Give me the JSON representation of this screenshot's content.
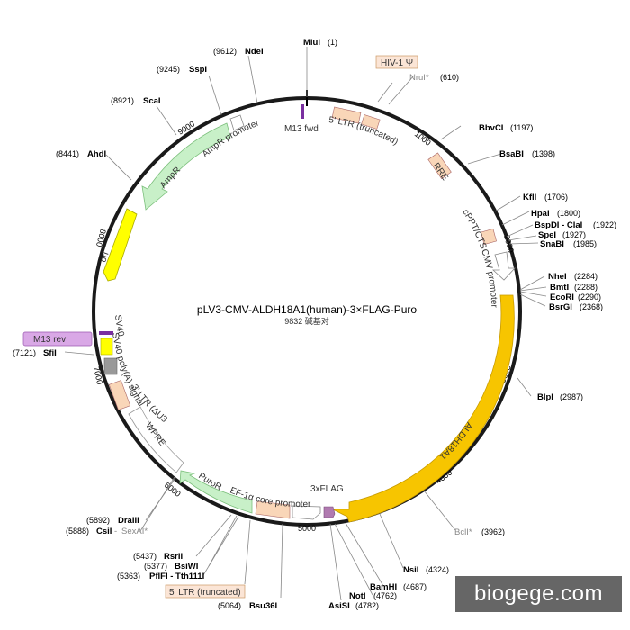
{
  "title": "pLV3-CMV-ALDH18A1(human)-3×FLAG-Puro",
  "length_text": "9832 碱基对",
  "watermark": "biogege.com",
  "ticks": [
    "1000",
    "2000",
    "3000",
    "4000",
    "5000",
    "6000",
    "7000",
    "8000",
    "9000"
  ],
  "sites": [
    {
      "name": "MluI",
      "pos": "(1)"
    },
    {
      "name": "NdeI",
      "pos": "(9612)"
    },
    {
      "name": "SspI",
      "pos": "(9245)"
    },
    {
      "name": "ScaI",
      "pos": "(8921)"
    },
    {
      "name": "AhdI",
      "pos": "(8441)"
    },
    {
      "name": "NruI*",
      "pos": "(610)"
    },
    {
      "name": "BbvCI",
      "pos": "(1197)"
    },
    {
      "name": "BsaBI",
      "pos": "(1398)"
    },
    {
      "name": "KflI",
      "pos": "(1706)"
    },
    {
      "name": "HpaI",
      "pos": "(1800)"
    },
    {
      "name": "BspDI - ClaI",
      "pos": "(1922)"
    },
    {
      "name": "SpeI",
      "pos": "(1927)"
    },
    {
      "name": "SnaBI",
      "pos": "(1985)"
    },
    {
      "name": "NheI",
      "pos": "(2284)"
    },
    {
      "name": "BmtI",
      "pos": "(2288)"
    },
    {
      "name": "EcoRI",
      "pos": "(2290)"
    },
    {
      "name": "BsrGI",
      "pos": "(2368)"
    },
    {
      "name": "BlpI",
      "pos": "(2987)"
    },
    {
      "name": "BclI*",
      "pos": "(3962)"
    },
    {
      "name": "NsiI",
      "pos": "(4324)"
    },
    {
      "name": "BamHI",
      "pos": "(4687)"
    },
    {
      "name": "NotI",
      "pos": "(4762)"
    },
    {
      "name": "AsiSI",
      "pos": "(4782)"
    },
    {
      "name": "Bsu36I",
      "pos": "(5064)"
    },
    {
      "name": "PflFI - Tth111I",
      "pos": "(5363)"
    },
    {
      "name": "BsiWI",
      "pos": "(5377)"
    },
    {
      "name": "RsrII",
      "pos": "(5437)"
    },
    {
      "name": "CsiI",
      "pos": "(5888)"
    },
    {
      "name": "SexAI*",
      "pos": ""
    },
    {
      "name": "DraIII",
      "pos": "(5892)"
    },
    {
      "name": "SfiI",
      "pos": "(7121)"
    }
  ],
  "features": {
    "m13fwd": "M13 fwd",
    "ltr5": "5' LTR (truncated)",
    "hiv": "HIV-1 Ψ",
    "rre": "RRE",
    "cppt": "cPPT/CTS",
    "cmv": "CMV promoter",
    "aldh": "ALDH18A1",
    "flag": "3xFLAG",
    "ef1a": "EF-1α core promoter",
    "puror": "PuroR",
    "wpre": "WPRE",
    "ltr3": "3' LTR (ΔU3)",
    "sv40polya": "SV40 poly(A) signal",
    "sv40ori": "SV40 ori",
    "m13rev": "M13 rev",
    "ori": "ori",
    "ampr": "AmpR",
    "amprprom": "AmpR promoter",
    "ltr5b": "5' LTR (truncated)"
  },
  "colors": {
    "backbone": "#1a1a1a",
    "ltr": "#f9d6b8",
    "aldh": "#f7c500",
    "ori": "#ffff00",
    "ampr": "#c8f0c8",
    "puror": "#c8f0c8",
    "flag": "#b07ab0",
    "m13": "#7a2fa0",
    "sv40ori": "#999999",
    "sv40polya": "#ffff00"
  }
}
